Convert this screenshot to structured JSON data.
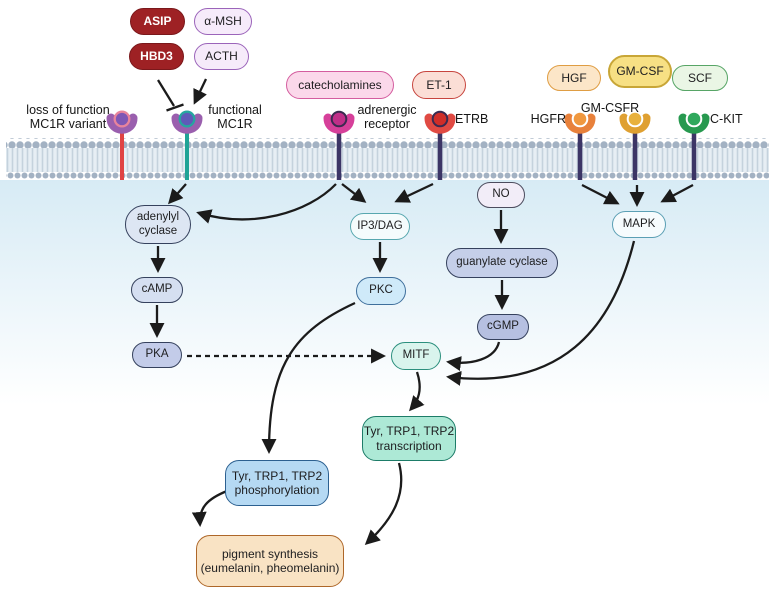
{
  "diagram": {
    "ligands": {
      "asip": "ASIP",
      "amsh": "α-MSH",
      "hbd3": "HBD3",
      "acth": "ACTH",
      "catecholamines": "catecholamines",
      "et1": "ET-1",
      "hgf": "HGF",
      "gmcsf": "GM-CSF",
      "scf": "SCF"
    },
    "receptor_labels": {
      "mc1r_variant": "loss of function\nMC1R variant",
      "mc1r_functional": "functional\nMC1R",
      "adrenergic": "adrenergic\nreceptor",
      "etrb": "ETRB",
      "hgfr": "HGFR",
      "gmcsfr": "GM-CSFR",
      "ckit": "C-KIT"
    },
    "nodes": {
      "adenylyl_cyclase": "adenylyl\ncyclase",
      "camp": "cAMP",
      "pka": "PKA",
      "ip3dag": "IP3/DAG",
      "pkc": "PKC",
      "no": "NO",
      "guanylate_cyclase": "guanylate cyclase",
      "cgmp": "cGMP",
      "mapk": "MAPK",
      "mitf": "MITF",
      "transcription": "Tyr, TRP1, TRP2\ntranscription",
      "phosphorylation": "Tyr, TRP1, TRP2\nphosphorylation",
      "pigment": "pigment synthesis\n(eumelanin, pheomelanin)"
    },
    "colors": {
      "dark_red_ligand": "#9e2124",
      "lavender_ligand": "#f6ebfa",
      "pink_ligand": "#fbd8ea",
      "salmon_ligand": "#fbded6",
      "peach_ligand": "#fce6c8",
      "yellow_ligand": "#f7e084",
      "green_ligand": "#eaf6e5",
      "membrane_heads": "#a3b2c3",
      "membrane_tails": "#e7eef4",
      "cytoplasm": "#d7ebf5",
      "mc1r_purple": "#9a5fae",
      "variant_stem_red": "#e04343",
      "functional_stem_teal": "#1fa396",
      "adrenergic_magenta": "#d6409a",
      "etrb_red": "#e04a43",
      "hgfr_orange": "#e8813b",
      "gmcsfr_amber": "#dfa031",
      "ckit_green": "#27994f",
      "dark_stem": "#3c3566",
      "arrow": "#1b1b1b",
      "mint_node": "#ade9d6",
      "blue_node": "#b5d9f3",
      "peach_node": "#f9e3c4"
    }
  }
}
